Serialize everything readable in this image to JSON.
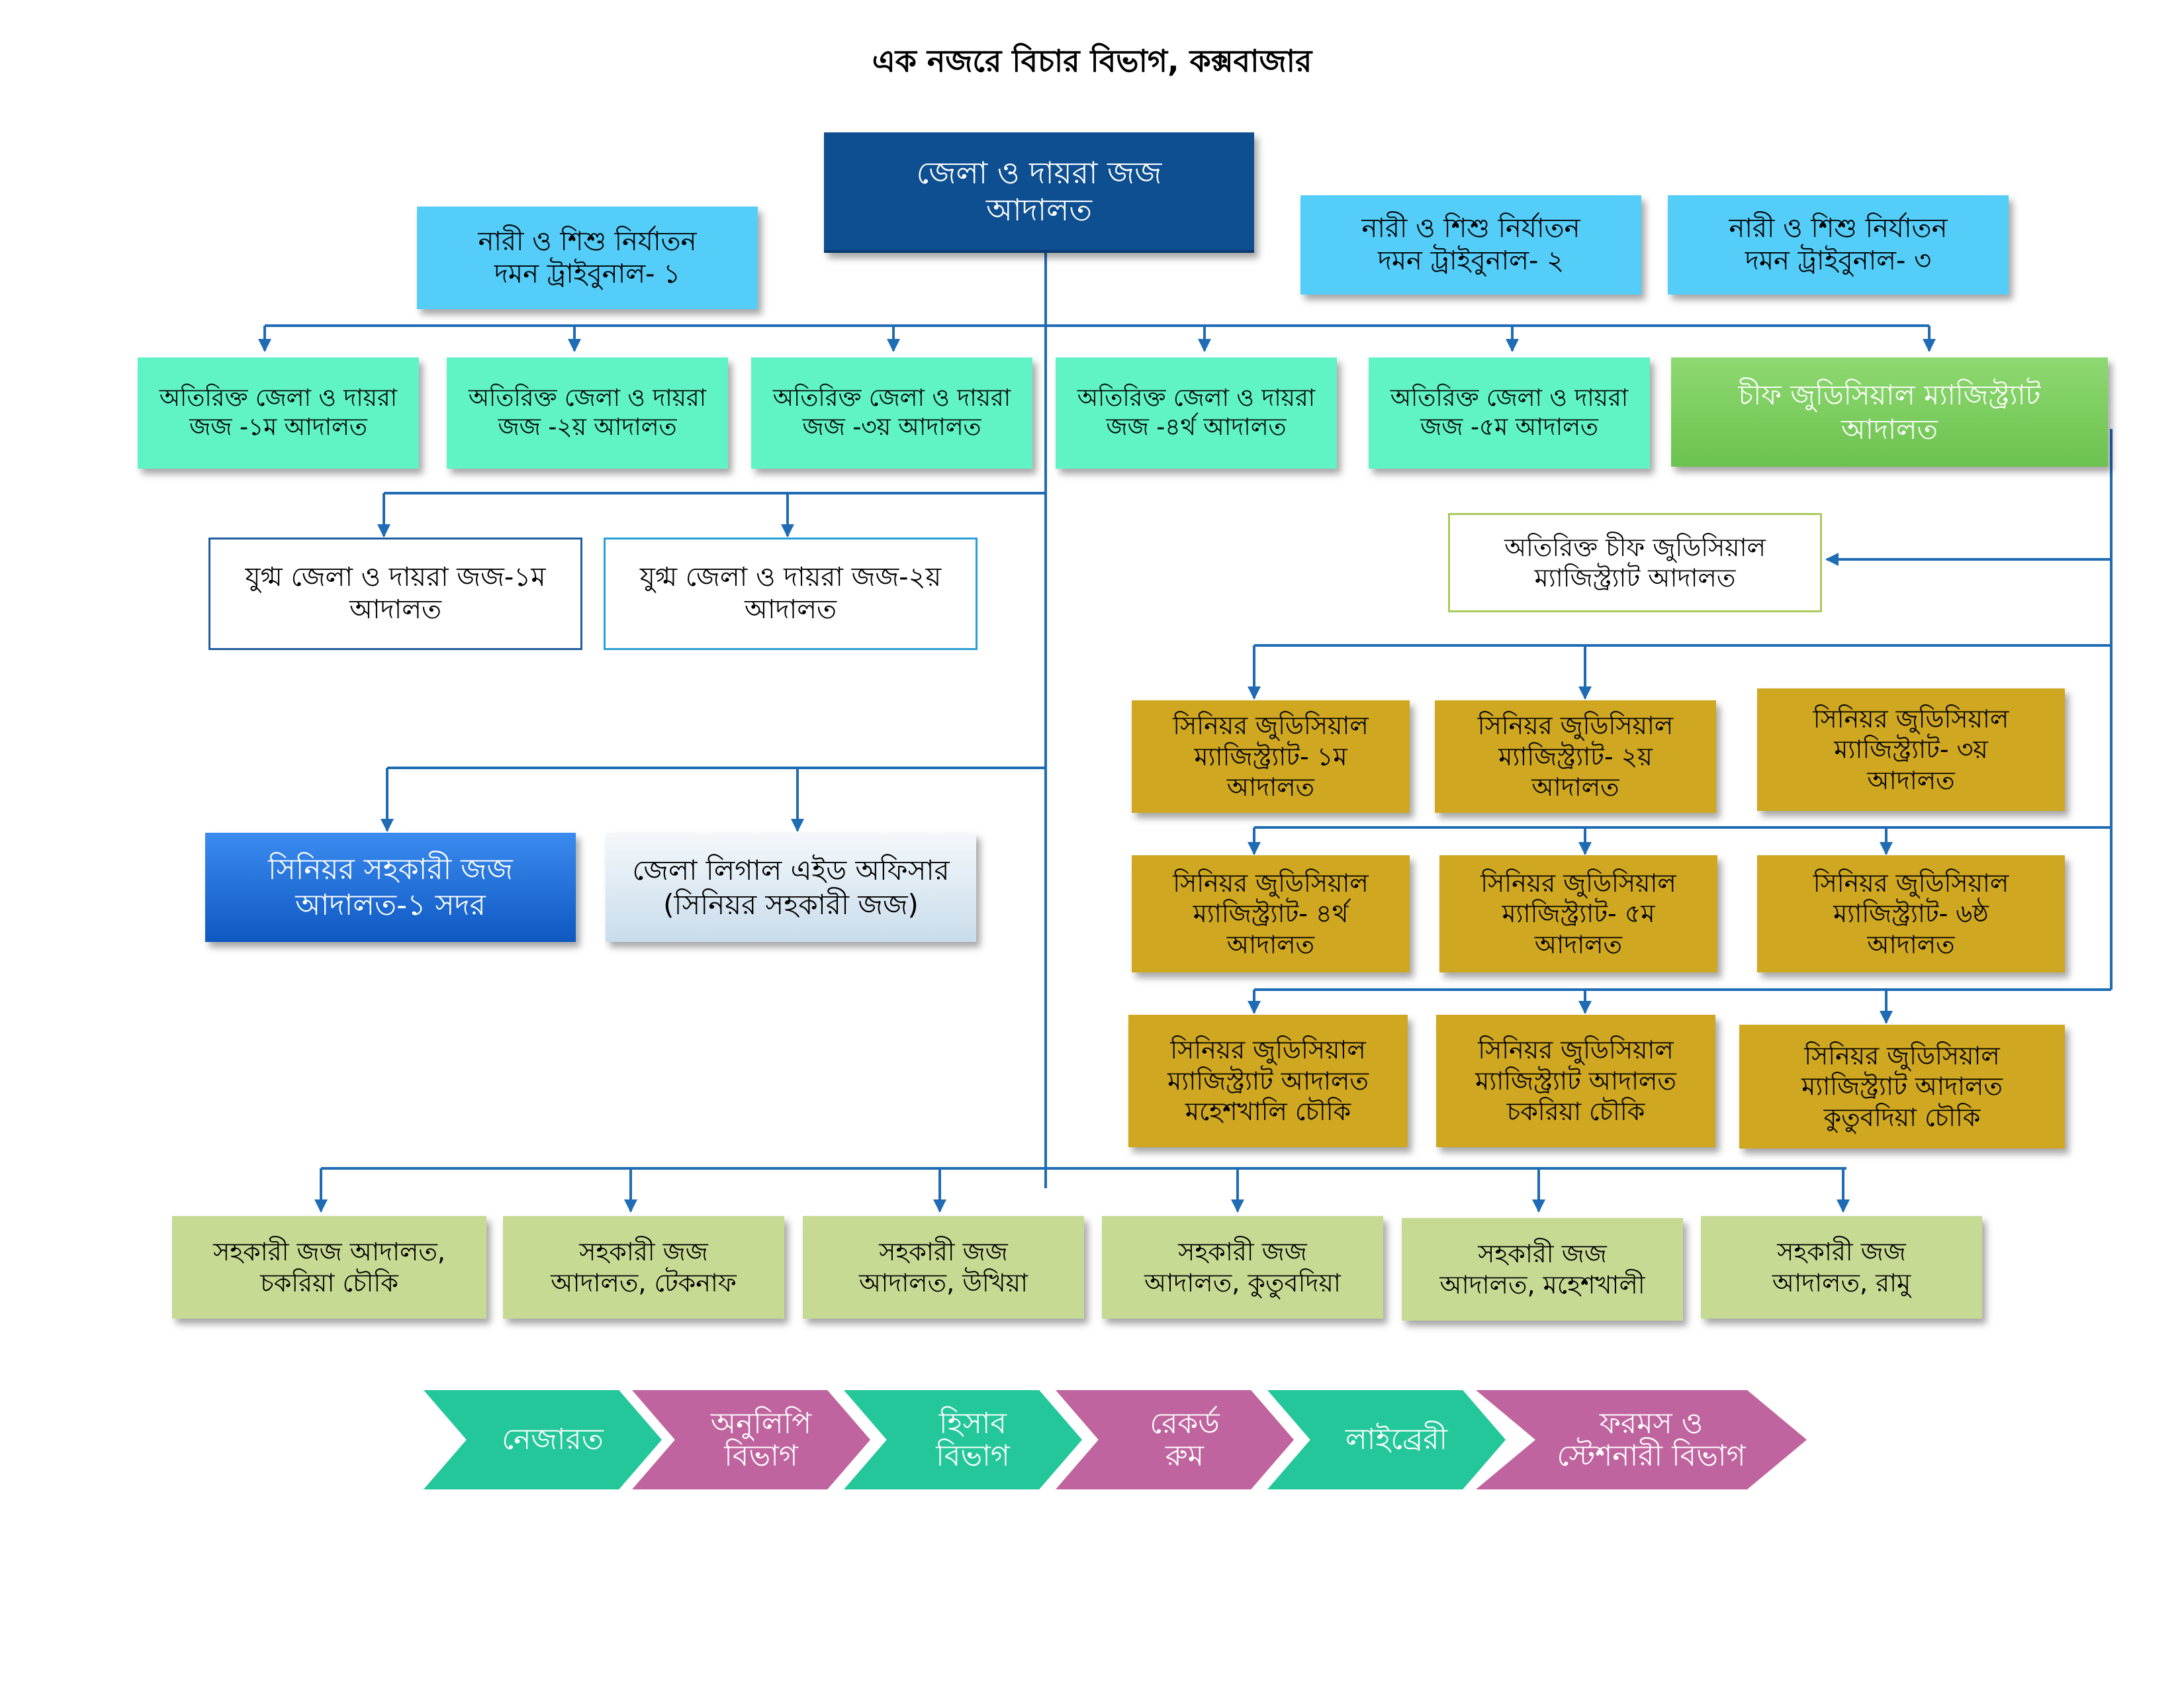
{
  "title": "এক নজরে বিচার বিভাগ, কক্সবাজার",
  "colors": {
    "connector": "#1f6cb5",
    "district_judge": "#0e4f92",
    "tribunal": "#54cdf8",
    "additional_judge": "#5ff3c5",
    "cjm": "#7ccf5f",
    "senior_judicial_magistrate": "#cfa720",
    "assistant_judge": "#c7da94",
    "section_teal": "#24c79a",
    "section_mauve": "#c0649f"
  },
  "district_judge": "জেলা ও দায়রা জজ\nআদালত",
  "tribunals": [
    "নারী ও শিশু নির্যাতন\nদমন ট্রাইবুনাল- ১",
    "নারী ও শিশু নির্যাতন\nদমন ট্রাইবুনাল- ২",
    "নারী ও শিশু নির্যাতন\nদমন ট্রাইবুনাল- ৩"
  ],
  "additional_judges": [
    "অতিরিক্ত জেলা ও দায়রা\nজজ -১ম আদালত",
    "অতিরিক্ত জেলা ও দায়রা\nজজ -২য় আদালত",
    "অতিরিক্ত জেলা ও দায়রা\nজজ -৩য় আদালত",
    "অতিরিক্ত জেলা ও দায়রা\nজজ -৪র্থ আদালত",
    "অতিরিক্ত জেলা ও দায়রা\nজজ -৫ম আদালত"
  ],
  "cjm": "চীফ জুডিসিয়াল ম্যাজিস্ট্র্যাট\nআদালত",
  "joint_judges": [
    "যুগ্ম জেলা ও দায়রা জজ-১ম\nআদালত",
    "যুগ্ম জেলা ও দায়রা জজ-২য়\nআদালত"
  ],
  "additional_cjm": "অতিরিক্ত চীফ জুডিসিয়াল\nম্যাজিস্ট্র্যাট আদালত",
  "senior_assistant_judge": "সিনিয়র সহকারী জজ\nআদালত-১ সদর",
  "legal_aid": "জেলা লিগাল এইড অফিসার\n(সিনিয়র সহকারী জজ)",
  "senior_magistrates": [
    "সিনিয়র জুডিসিয়াল\nম্যাজিস্ট্র্যাট- ১ম\nআদালত",
    "সিনিয়র জুডিসিয়াল\nম্যাজিস্ট্র্যাট- ২য়\nআদালত",
    "সিনিয়র জুডিসিয়াল\nম্যাজিস্ট্র্যাট- ৩য়\nআদালত",
    "সিনিয়র জুডিসিয়াল\nম্যাজিস্ট্র্যাট- ৪র্থ\nআদালত",
    "সিনিয়র জুডিসিয়াল\nম্যাজিস্ট্র্যাট- ৫ম\nআদালত",
    "সিনিয়র জুডিসিয়াল\nম্যাজিস্ট্র্যাট- ৬ষ্ঠ\nআদালত",
    "সিনিয়র জুডিসিয়াল\nম্যাজিস্ট্র্যাট আদালত\nমহেশখালি চৌকি",
    "সিনিয়র জুডিসিয়াল\nম্যাজিস্ট্র্যাট আদালত\nচকরিয়া চৌকি",
    "সিনিয়র জুডিসিয়াল\nম্যাজিস্ট্র্যাট আদালত\nকুতুবদিয়া চৌকি"
  ],
  "assistant_judges": [
    "সহকারী জজ আদালত,\nচকরিয়া চৌকি",
    "সহকারী জজ\nআদালত, টেকনাফ",
    "সহকারী জজ\nআদালত, উখিয়া",
    "সহকারী জজ\nআদালত, কুতুবদিয়া",
    "সহকারী জজ\nআদালত, মহেশখালী",
    "সহকারী জজ\nআদালত, রামু"
  ],
  "sections": [
    "নেজারত",
    "অনুলিপি\nবিভাগ",
    "হিসাব\nবিভাগ",
    "রেকর্ড\nরুম",
    "লাইব্রেরী",
    "ফরমস ও\nস্টেশনারী বিভাগ"
  ]
}
